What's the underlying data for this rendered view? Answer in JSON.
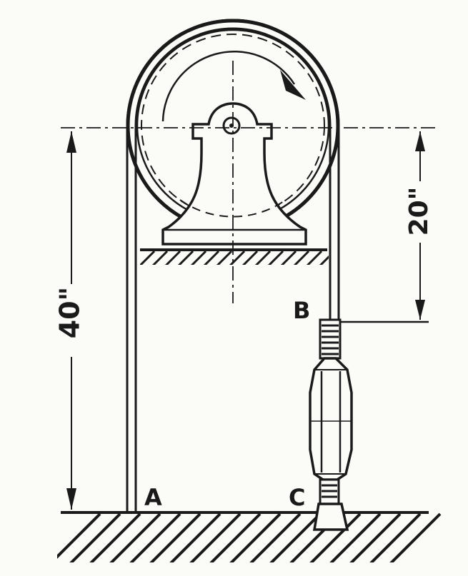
{
  "labels": {
    "point_a": "A",
    "point_b": "B",
    "point_c": "C",
    "dim_total": "40\"",
    "dim_upper": "20\""
  }
}
